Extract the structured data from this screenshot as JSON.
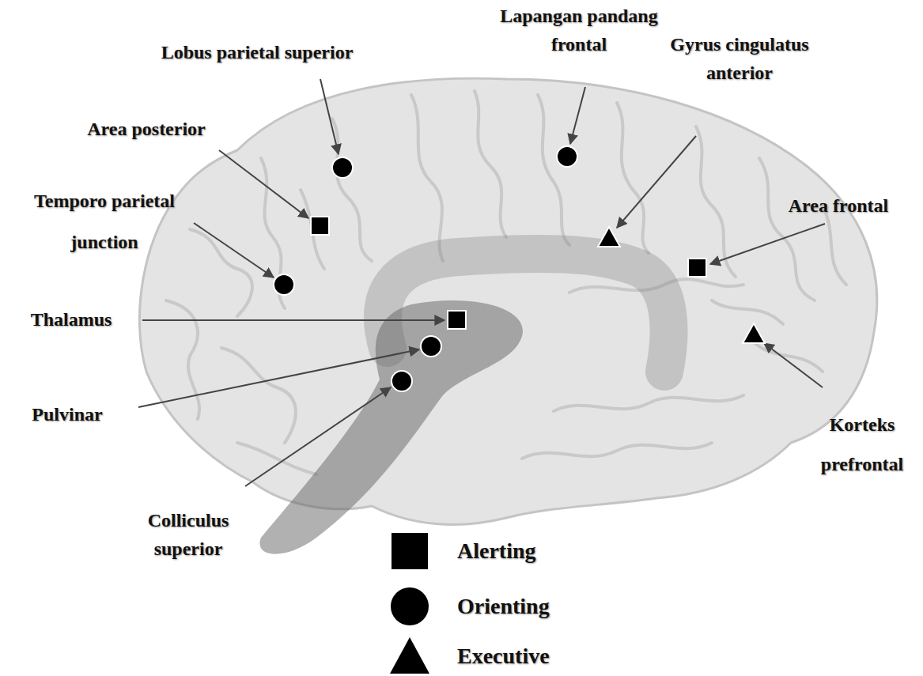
{
  "diagram": {
    "labels": [
      "Lobus parietal superior",
      "Lapangan pandang frontal",
      "Gyrus cingulatus anterior",
      "Area posterior",
      "Temporo parietal junction",
      "Area frontal",
      "Thalamus",
      "Pulvinar",
      "Korteks prefrontal",
      "Colliculus superior"
    ],
    "legend": [
      {
        "text": "Alerting"
      },
      {
        "text": "Orienting"
      },
      {
        "text": "Executive"
      }
    ]
  }
}
